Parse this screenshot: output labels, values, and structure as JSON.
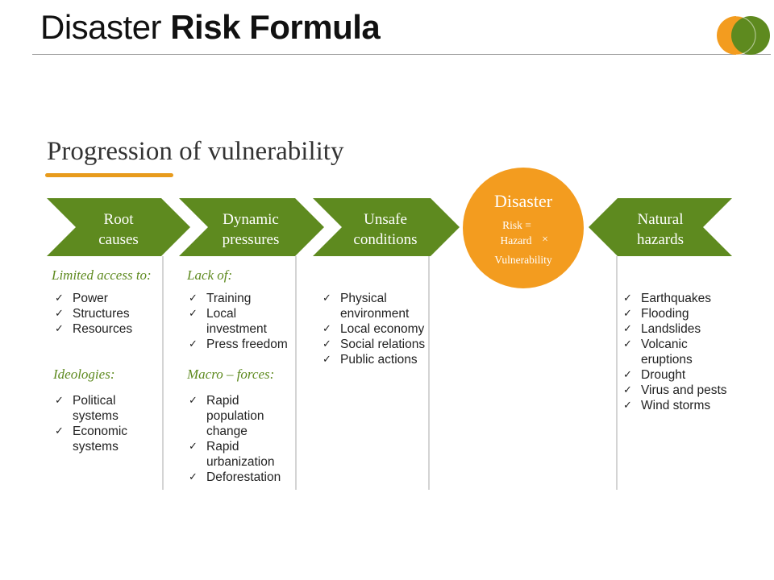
{
  "header": {
    "title_regular": "Disaster",
    "title_bold": "Risk Formula"
  },
  "subtitle": "Progression of vulnerability",
  "colors": {
    "green": "#5e8a1f",
    "orange": "#f39c1f",
    "text": "#222222",
    "accent_underline": "#e89b1c"
  },
  "logo_icon": "overlapping-circles-icon",
  "check_icon": "checkmark-icon",
  "stages": [
    {
      "label_line1": "Root",
      "label_line2": "causes",
      "groups": [
        {
          "heading": "Limited access to:",
          "items": [
            "Power",
            "Structures",
            "Resources"
          ]
        },
        {
          "heading": "Ideologies:",
          "items": [
            "Political systems",
            "Economic systems"
          ]
        }
      ]
    },
    {
      "label_line1": "Dynamic",
      "label_line2": "pressures",
      "groups": [
        {
          "heading": "Lack of:",
          "items": [
            "Training",
            "Local investment",
            "Press freedom"
          ]
        },
        {
          "heading": "Macro – forces:",
          "items": [
            "Rapid population change",
            "Rapid urbanization",
            "Deforestation"
          ]
        }
      ]
    },
    {
      "label_line1": "Unsafe",
      "label_line2": "conditions",
      "groups": [
        {
          "heading": "",
          "items": [
            "Physical environment",
            "Local economy",
            "Social relations",
            "Public actions"
          ]
        }
      ]
    }
  ],
  "disaster": {
    "title": "Disaster",
    "formula_line1": "Risk =",
    "formula_line2": "Hazard",
    "formula_times": "×",
    "formula_line3": "Vulnerability"
  },
  "hazards": {
    "label_line1": "Natural",
    "label_line2": "hazards",
    "items": [
      "Earthquakes",
      "Flooding",
      "Landslides",
      "Volcanic eruptions",
      "Drought",
      "Virus and pests",
      "Wind storms"
    ]
  }
}
